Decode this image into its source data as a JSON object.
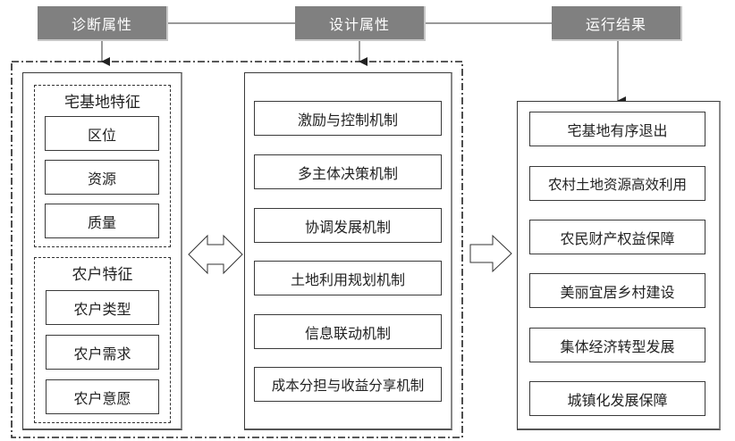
{
  "headers": {
    "diagnosis": "诊断属性",
    "design": "设计属性",
    "outcome": "运行结果"
  },
  "left_panel": {
    "homestead_group": {
      "title": "宅基地特征",
      "items": [
        "区位",
        "资源",
        "质量"
      ]
    },
    "farmer_group": {
      "title": "农户特征",
      "items": [
        "农户类型",
        "农户需求",
        "农户意愿"
      ]
    }
  },
  "middle_panel": {
    "items": [
      "激励与控制机制",
      "多主体决策机制",
      "协调发展机制",
      "土地利用规划机制",
      "信息联动机制",
      "成本分担与收益分享机制"
    ]
  },
  "right_panel": {
    "items": [
      "宅基地有序退出",
      "农村土地资源高效利用",
      "农民财产权益保障",
      "美丽宜居乡村建设",
      "集体经济转型发展",
      "城镇化发展保障"
    ]
  },
  "colors": {
    "header_fill": "#808080",
    "header_text": "#ffffff",
    "line": "#333333"
  }
}
